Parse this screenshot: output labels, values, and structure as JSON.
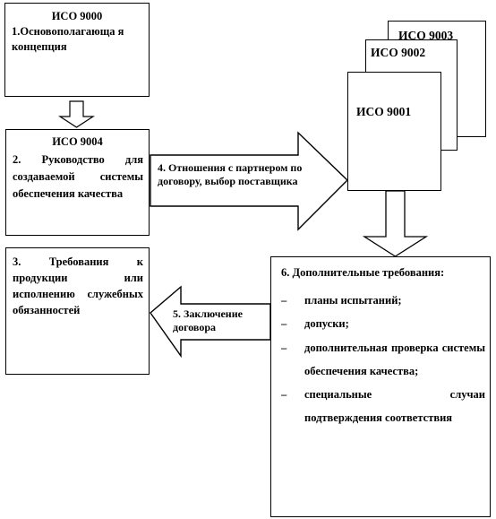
{
  "iso9000": {
    "title": "ИСО 9000",
    "text": "1.Основополагающа я концепция"
  },
  "iso9004": {
    "title": "ИСО 9004",
    "text": "2. Руководство для создаваемой системы обеспечения качества"
  },
  "box3": {
    "text": "3. Требования к продукции или исполнению служебных обязанностей"
  },
  "stack": {
    "back": "ИСО 9003",
    "middle": "ИСО 9002",
    "front": "ИСО 9001"
  },
  "arrow4": {
    "label": "4. Отношения с партнером по договору, выбор поставщика"
  },
  "arrow5": {
    "label": "5. Заключение договора"
  },
  "box6": {
    "title": "6. Дополнительные требования:",
    "bullet": "–",
    "items": [
      "планы испытаний;",
      "допуски;",
      "дополнительная проверка системы обеспечения качества;",
      "специальные случаи подтверждения соответствия"
    ]
  }
}
